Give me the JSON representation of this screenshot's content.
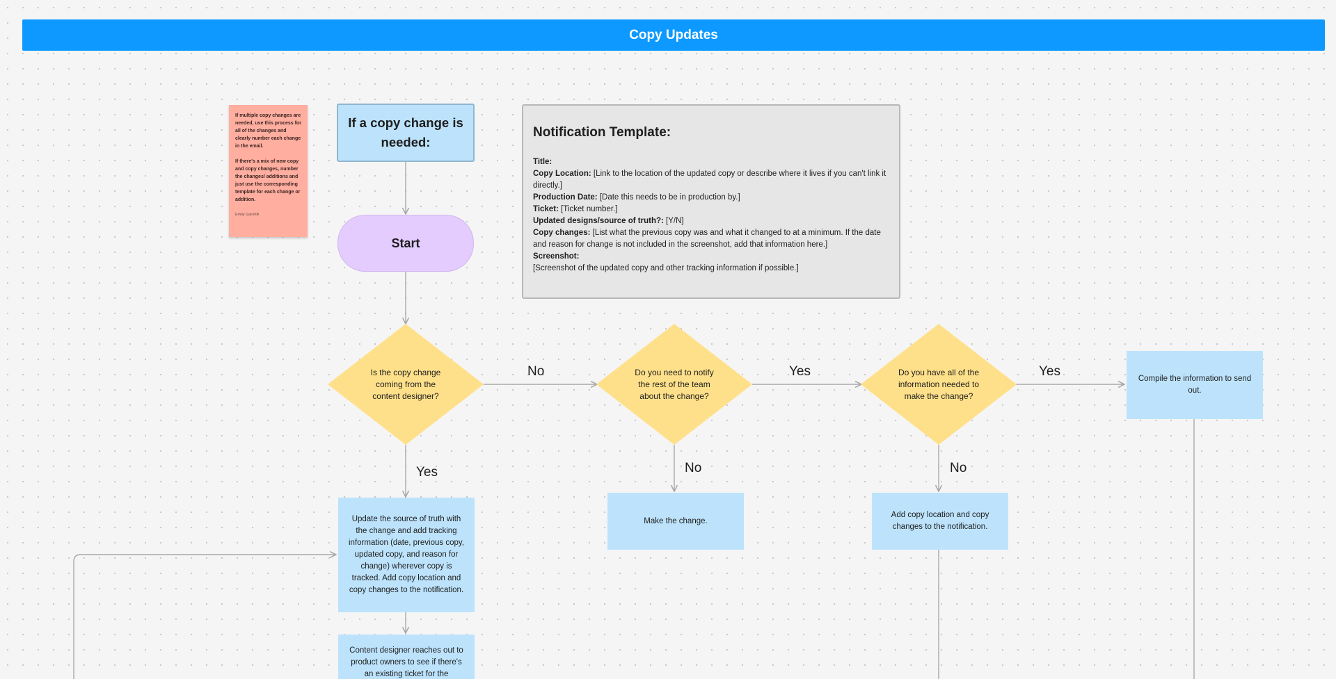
{
  "banner": {
    "title": "Copy Updates"
  },
  "sticky": {
    "paragraph1": "If multiple copy changes are needed, use this process for all of the changes and clearly number each change in the email.",
    "paragraph2": "If there's a mix of new copy and copy changes, number the changes/ additions and just use the corresponding template for each change or addition.",
    "author": "Emily Garofoli"
  },
  "nodes": {
    "header": "If a copy change is needed:",
    "start": "Start",
    "decision1": "Is the copy change coming from the content designer?",
    "decision2": "Do you need to notify the rest of the team about the change?",
    "decision3": "Do you have all of the information needed to make the change?",
    "compile": "Compile the information to send out.",
    "make_change": "Make the change.",
    "add_copy": "Add copy location and copy changes to the notification.",
    "update_source": "Update the source of truth with the change and add tracking information (date, previous copy, updated copy, and reason for change) wherever copy is tracked. Add copy location and copy changes to the notification.",
    "content_designer": "Content designer reaches out to product owners to see if there's an existing ticket for the"
  },
  "edge_labels": {
    "d1_no": "No",
    "d1_yes": "Yes",
    "d2_yes": "Yes",
    "d2_no": "No",
    "d3_yes": "Yes",
    "d3_no": "No"
  },
  "template": {
    "heading": "Notification Template:",
    "title_label": "Title:",
    "copy_location_label": "Copy Location:",
    "copy_location_value": " [Link to the location of the updated copy or describe where it lives if you can't link it directly.]",
    "production_date_label": "Production Date:",
    "production_date_value": " [Date this needs to be in production by.]",
    "ticket_label": "Ticket:",
    "ticket_value": " [Ticket number.]",
    "updated_designs_label": "Updated designs/source of truth?:",
    "updated_designs_value": " [Y/N]",
    "copy_changes_label": "Copy changes:",
    "copy_changes_value": " [List what the previous copy was and what it changed to at a minimum. If the date and reason for change is not included in the screenshot, add that information here.]",
    "screenshot_label": "Screenshot:",
    "screenshot_value": "[Screenshot of the updated copy and other tracking information if possible.]"
  },
  "colors": {
    "banner": "#0d99ff",
    "process": "#bde3fc",
    "decision": "#ffe08a",
    "start": "#e4ccff",
    "sticky": "#ffaea0",
    "template": "#e6e6e6",
    "connector": "#a8a8a8"
  }
}
